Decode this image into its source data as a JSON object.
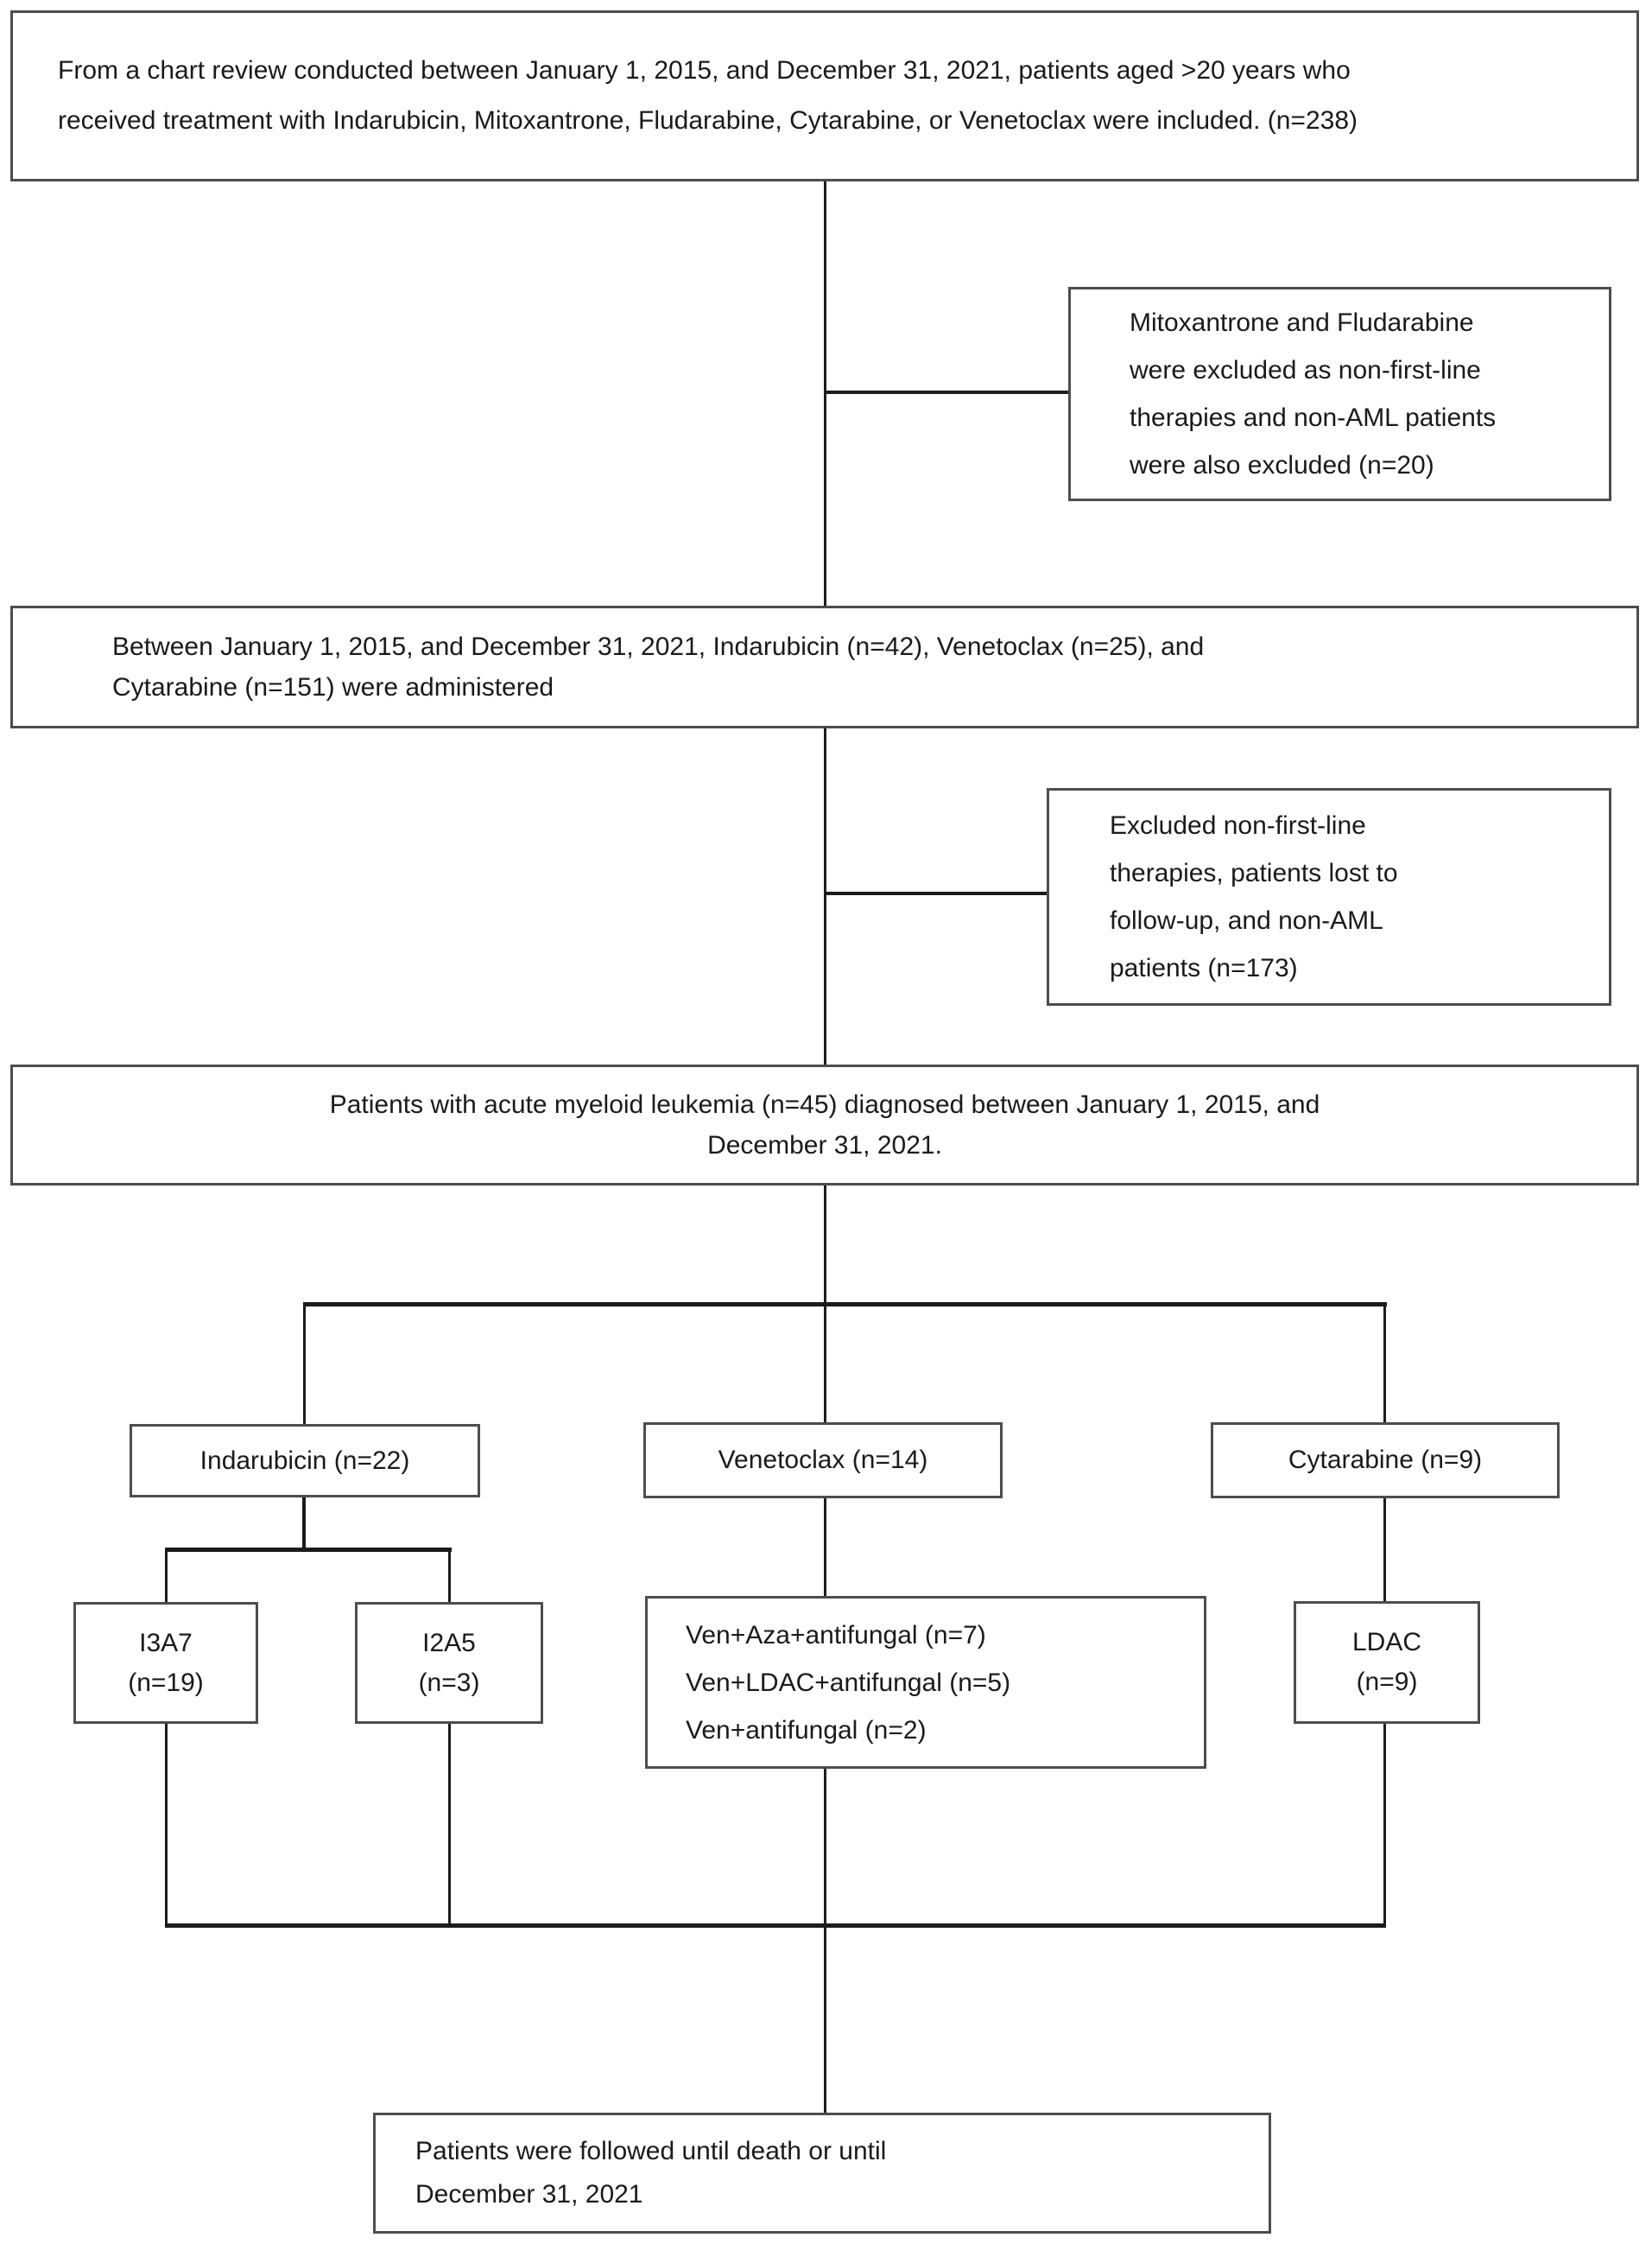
{
  "figure": {
    "type": "patient-flow-diagram",
    "background_color": "#ffffff",
    "box_border_color": "#4d4d4d",
    "connector_color": "#1c1c1c",
    "text_color": "#1a1a1a"
  },
  "boxes": {
    "inclusion": {
      "lines": [
        "From a chart review conducted between January 1, 2015, and December 31, 2021, patients aged >20 years who",
        "received treatment with Indarubicin, Mitoxantrone, Fludarabine, Cytarabine, or Venetoclax were included. (n=238)"
      ],
      "n": 238
    },
    "exclusion1": {
      "lines": [
        "Mitoxantrone and Fludarabine",
        "were excluded as non-first-line",
        "therapies and non-AML patients",
        "were also excluded (n=20)"
      ],
      "n": 20
    },
    "administered": {
      "lines": [
        "Between January 1, 2015, and December 31, 2021, Indarubicin (n=42), Venetoclax (n=25), and",
        "Cytarabine (n=151) were administered"
      ]
    },
    "exclusion2": {
      "lines": [
        "Excluded non-first-line",
        "therapies, patients lost to",
        "follow-up, and non-AML",
        "patients (n=173)"
      ],
      "n": 173
    },
    "aml": {
      "lines": [
        "Patients with acute myeloid leukemia (n=45) diagnosed between January 1, 2015, and",
        "December 31, 2021."
      ],
      "n": 45
    },
    "indarubicin": {
      "label": "Indarubicin (n=22)",
      "n": 22
    },
    "venetoclax": {
      "label": "Venetoclax (n=14)",
      "n": 14
    },
    "cytarabine": {
      "label": "Cytarabine (n=9)",
      "n": 9
    },
    "i3a7": {
      "lines": [
        "I3A7",
        "(n=19)"
      ],
      "n": 19
    },
    "i2a5": {
      "lines": [
        "I2A5",
        "(n=3)"
      ],
      "n": 3
    },
    "ven_regimens": {
      "lines": [
        "Ven+Aza+antifungal (n=7)",
        "Ven+LDAC+antifungal (n=5)",
        "Ven+antifungal (n=2)"
      ]
    },
    "ldac": {
      "lines": [
        "LDAC",
        "(n=9)"
      ],
      "n": 9
    },
    "followup": {
      "lines": [
        "Patients were followed until death or until",
        "December 31, 2021"
      ]
    }
  }
}
